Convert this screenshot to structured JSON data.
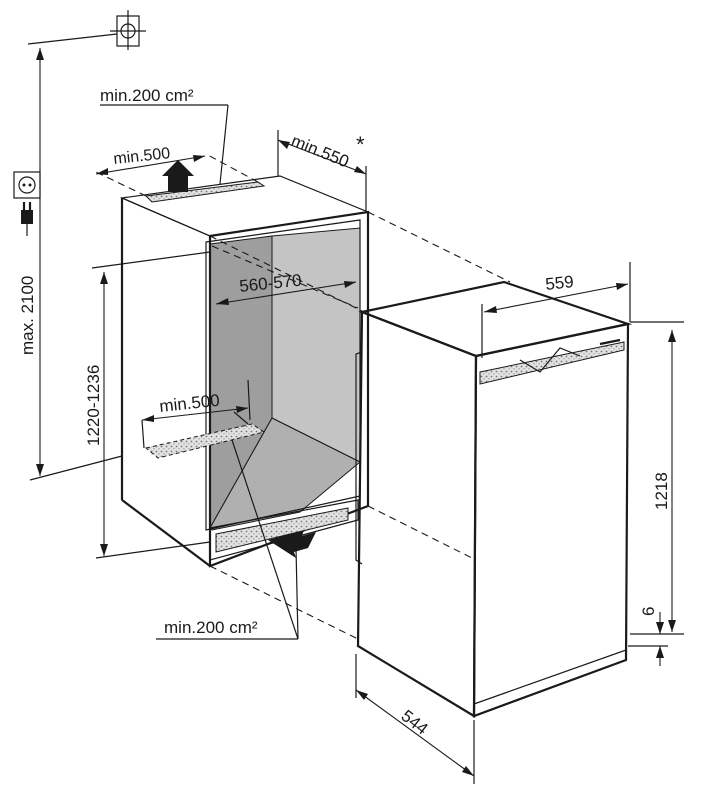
{
  "labels": {
    "vent_top_area": "min.200 cm²",
    "top_opening_width": "min.500",
    "depth_clearance": "min.550",
    "depth_clearance_mark": "*",
    "max_height": "max. 2100",
    "niche_width": "560-570",
    "bottom_opening_width": "min.500",
    "niche_height": "1220-1236",
    "vent_bottom_area": "min.200 cm²",
    "appliance_width": "559",
    "appliance_height": "1218",
    "base_gap": "6",
    "appliance_depth": "544"
  },
  "icons": [
    "ground-symbol-icon",
    "socket-icon",
    "plug-icon"
  ],
  "colors": {
    "line": "#1a1a1a",
    "interior_back": "#9e9e9e",
    "interior_side": "#c4c4c4",
    "interior_floor": "#b0b0b0",
    "vent_grille": "#d9d9d9"
  }
}
